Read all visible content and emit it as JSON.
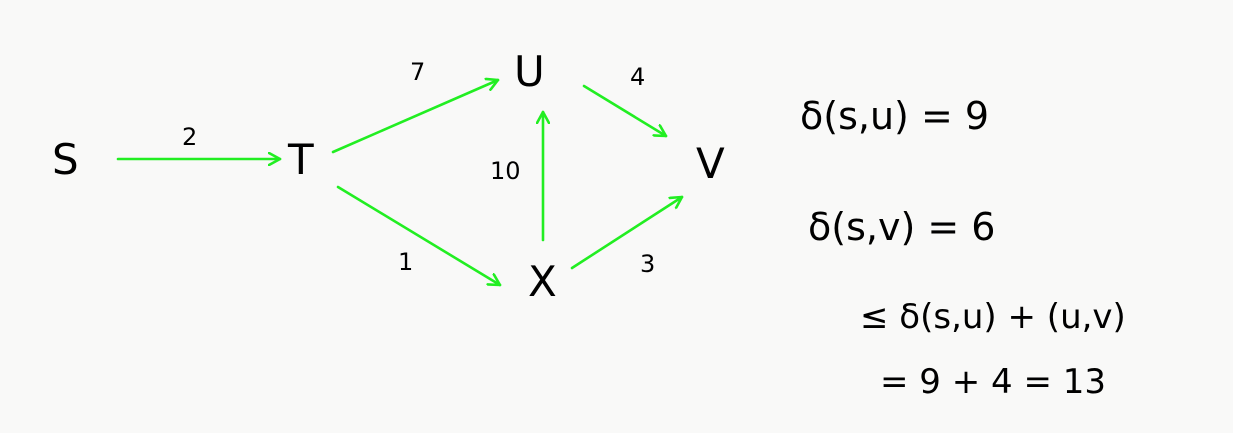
{
  "colors": {
    "background": "#f9f9f8",
    "edge": "#22ee22",
    "ink": "#000000"
  },
  "graph": {
    "nodes": {
      "s": "S",
      "t": "T",
      "u": "U",
      "v": "V",
      "x": "X"
    },
    "edges": [
      {
        "from": "S",
        "to": "T",
        "weight": "2"
      },
      {
        "from": "T",
        "to": "U",
        "weight": "7"
      },
      {
        "from": "T",
        "to": "X",
        "weight": "1"
      },
      {
        "from": "X",
        "to": "U",
        "weight": "10"
      },
      {
        "from": "U",
        "to": "V",
        "weight": "4"
      },
      {
        "from": "X",
        "to": "V",
        "weight": "3"
      }
    ]
  },
  "notes": {
    "line1": "δ(s,u) = 9",
    "line2": "δ(s,v) = 6",
    "line3": "≤ δ(s,u) + (u,v)",
    "line4": "= 9 + 4 = 13"
  }
}
